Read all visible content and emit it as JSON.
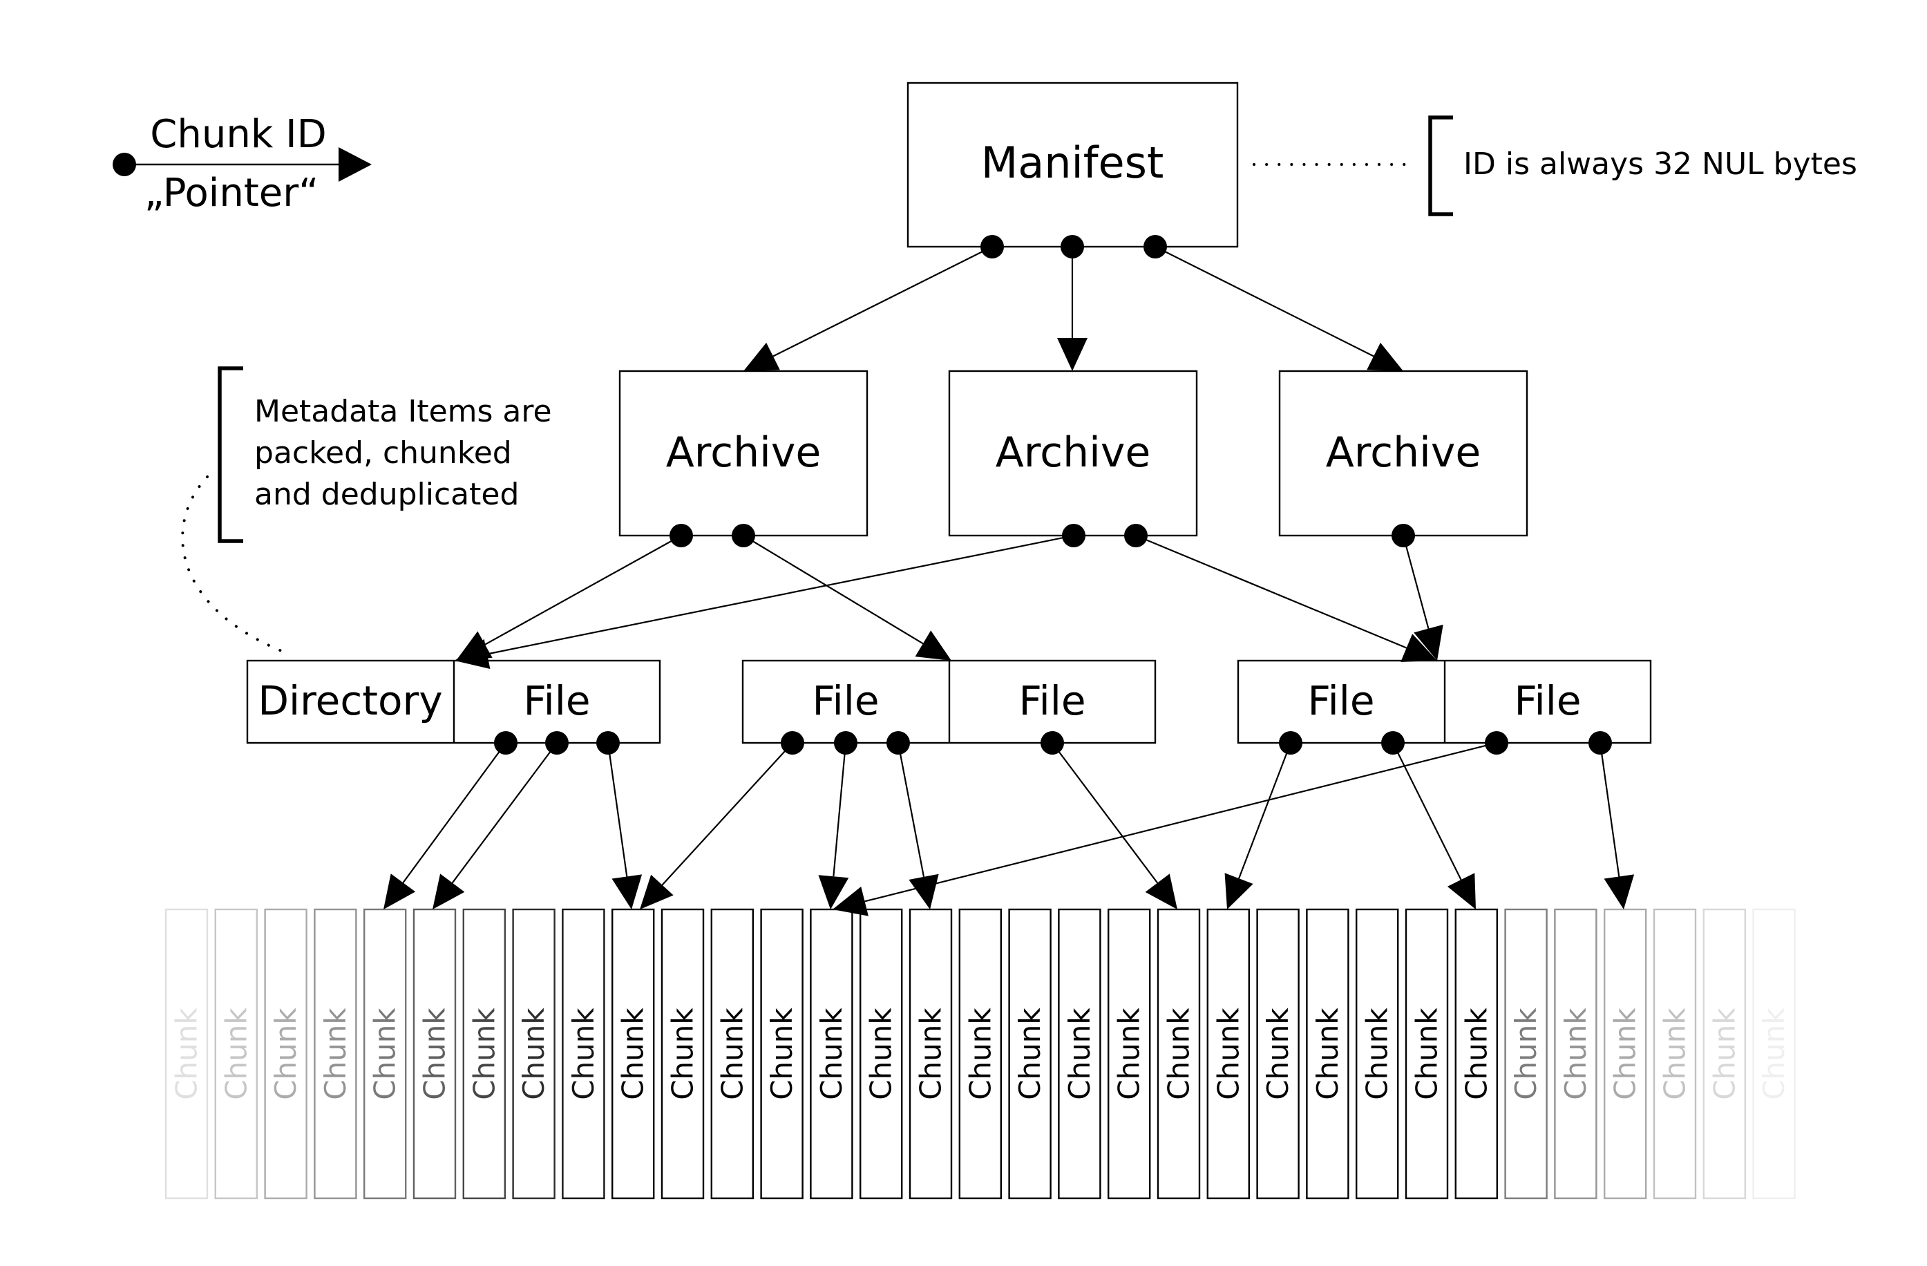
{
  "legend": {
    "label_top": "Chunk ID",
    "label_bottom": "„Pointer“"
  },
  "manifest": {
    "label": "Manifest",
    "note": "ID is always 32 NUL bytes"
  },
  "archives": [
    {
      "label": "Archive"
    },
    {
      "label": "Archive"
    },
    {
      "label": "Archive"
    }
  ],
  "metadata_note": {
    "lines": [
      "Metadata Items are",
      "packed, chunked",
      "and deduplicated"
    ]
  },
  "items": [
    {
      "label": "Directory"
    },
    {
      "label": "File"
    },
    {
      "label": "File"
    },
    {
      "label": "File"
    },
    {
      "label": "File"
    },
    {
      "label": "File"
    }
  ],
  "chunks": {
    "label": "Chunk",
    "count": 33
  },
  "colors": {
    "line": "#000000",
    "background": "#ffffff"
  }
}
